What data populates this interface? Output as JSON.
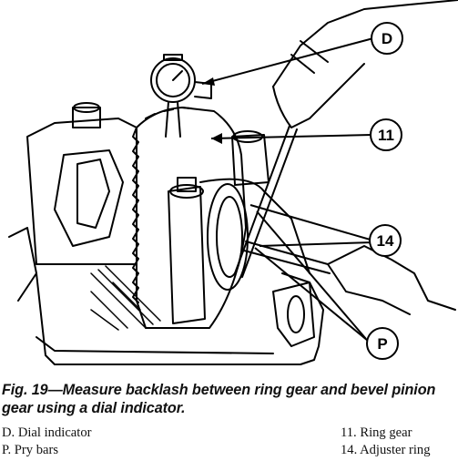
{
  "figure": {
    "callouts": [
      {
        "id": "D",
        "label": "D"
      },
      {
        "id": "11",
        "label": "11"
      },
      {
        "id": "14",
        "label": "14"
      },
      {
        "id": "P",
        "label": "P"
      }
    ]
  },
  "caption": "Fig. 19—Measure backlash between ring gear and bevel pinion gear using a dial indicator.",
  "legend": {
    "left": [
      {
        "text": "D. Dial indicator"
      },
      {
        "text": "P. Pry bars"
      }
    ],
    "right": [
      {
        "text": "11. Ring gear"
      },
      {
        "text": "14. Adjuster ring"
      }
    ]
  }
}
